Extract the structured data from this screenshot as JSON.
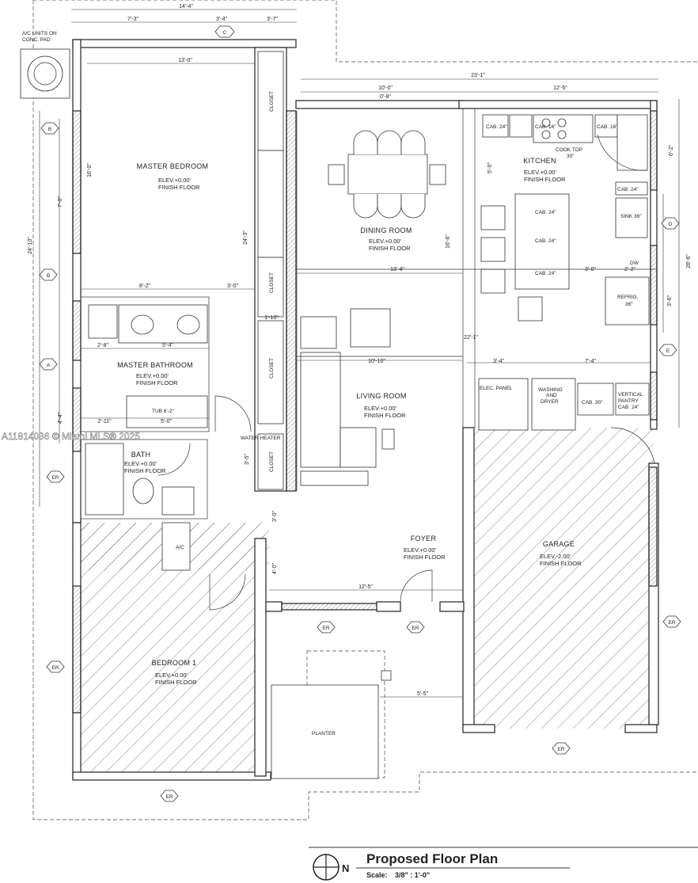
{
  "title_block": {
    "title": "Proposed Floor Plan",
    "scale_label": "Scale:",
    "scale_value": "3/8\" : 1'-0\"",
    "north_label": "N"
  },
  "watermark": "A11814036 © Miami MLS® 2025",
  "rooms": {
    "master_bedroom": {
      "name": "MASTER BEDROOM",
      "elev": "ELEV.+0.00'",
      "floor": "FINISH FLOOR"
    },
    "dining_room": {
      "name": "DINING ROOM",
      "elev": "ELEV.+0.00'",
      "floor": "FINISH FLOOR"
    },
    "kitchen": {
      "name": "KITCHEN",
      "elev": "ELEV.+0.00'",
      "floor": "FINISH FLOOR"
    },
    "master_bathroom": {
      "name": "MASTER BATHROOM",
      "elev": "ELEV.+0.00'",
      "floor": "FINISH FLOOR"
    },
    "living_room": {
      "name": "LIVING ROOM",
      "elev": "ELEV.+0.00'",
      "floor": "FINISH FLOOR"
    },
    "bath": {
      "name": "BATH",
      "elev": "ELEV.+0.00'",
      "floor": "FINISH FLOOR"
    },
    "foyer": {
      "name": "FOYER",
      "elev": "ELEV.+0.00'",
      "floor": "FINISH FLOOR"
    },
    "garage": {
      "name": "GARAGE",
      "elev": "ELEV.-2.00'",
      "floor": "FINISH FLOOR"
    },
    "bedroom_1": {
      "name": "BEDROOM 1",
      "elev": "ELEV.+0.00'",
      "floor": "FINISH FLOOR"
    }
  },
  "labels": {
    "closet": "CLOSET",
    "ac_units": "A/C UNITS ON",
    "ac_units2": "CONC. PAD",
    "water_heater": "WATER HEATER",
    "ac": "A/C",
    "planter": "PLANTER",
    "tub": "TUB 6'-2\"",
    "elec_panel": "ELEC. PANEL",
    "washing": "WASHING",
    "and": "AND",
    "dryer": "DRYER",
    "cab30": "CAB. 30\"",
    "vertical": "VERTICAL",
    "pantry": "PANTRY",
    "cab24": "CAB. 24\"",
    "cab24b": "CAB. 24\"",
    "cab16": "CAB. 16\"",
    "cab16b": "CAB. 16\"",
    "cab24c": "CAB. 24\"",
    "cab24d": "CAB. 24\"",
    "cab24e": "CAB. 24\"",
    "cab24f": "CAB. 24\"",
    "cooktop": "COOK TOP",
    "cooktop_size": "30\"",
    "refrig": "REFRIG.",
    "refrig_size": "36\"",
    "sink": "SINK 36\"",
    "dw": "DW"
  },
  "tags": {
    "er": "ER",
    "a": "A",
    "b": "B",
    "c": "C",
    "d": "D",
    "e": "E"
  },
  "dimensions": {
    "top_total": "14'-4\"",
    "top_a": "7'-3\"",
    "top_b": "3'-4\"",
    "top_c": "3'-7\"",
    "mb_width": "13'-0\"",
    "right_total": "23'-1\"",
    "dining_w": "10'-0\"",
    "kitchen_w": "12'-5\"",
    "d8": "0'-8\"",
    "d13_4": "13'-4\"",
    "d3_0": "3'-0\"",
    "d8_2": "8'-2\"",
    "d3_0b": "3'-0\"",
    "d5_4": "5'-4\"",
    "d2_8": "2'-8\"",
    "d5_0": "5'-0\"",
    "d2_11": "2'-11\"",
    "d10_10": "10'-10\"",
    "d22_1": "22'-1\"",
    "d7_4": "7'-4\"",
    "d3_4": "3'-4\"",
    "d12_5": "12'-5\"",
    "d5_5": "5'-5\"",
    "d24_10": "24'-10\"",
    "d16_0": "16'-0\"",
    "d24_3": "24'-3\"",
    "d16_6": "16'-6\"",
    "d28_6": "28'-6\"",
    "d6_2": "6'-2\"",
    "d7_0": "7'-0\"",
    "d3_6": "3'-6\"",
    "d1_10": "1'-10\"",
    "d4_4": "4'-4\"",
    "d4_0": "4'-0\"",
    "d3_0c": "3'-0\"",
    "d2_2": "2'-2\"",
    "d5_0b": "5'-0\"",
    "d3_5": "3'-5\""
  }
}
